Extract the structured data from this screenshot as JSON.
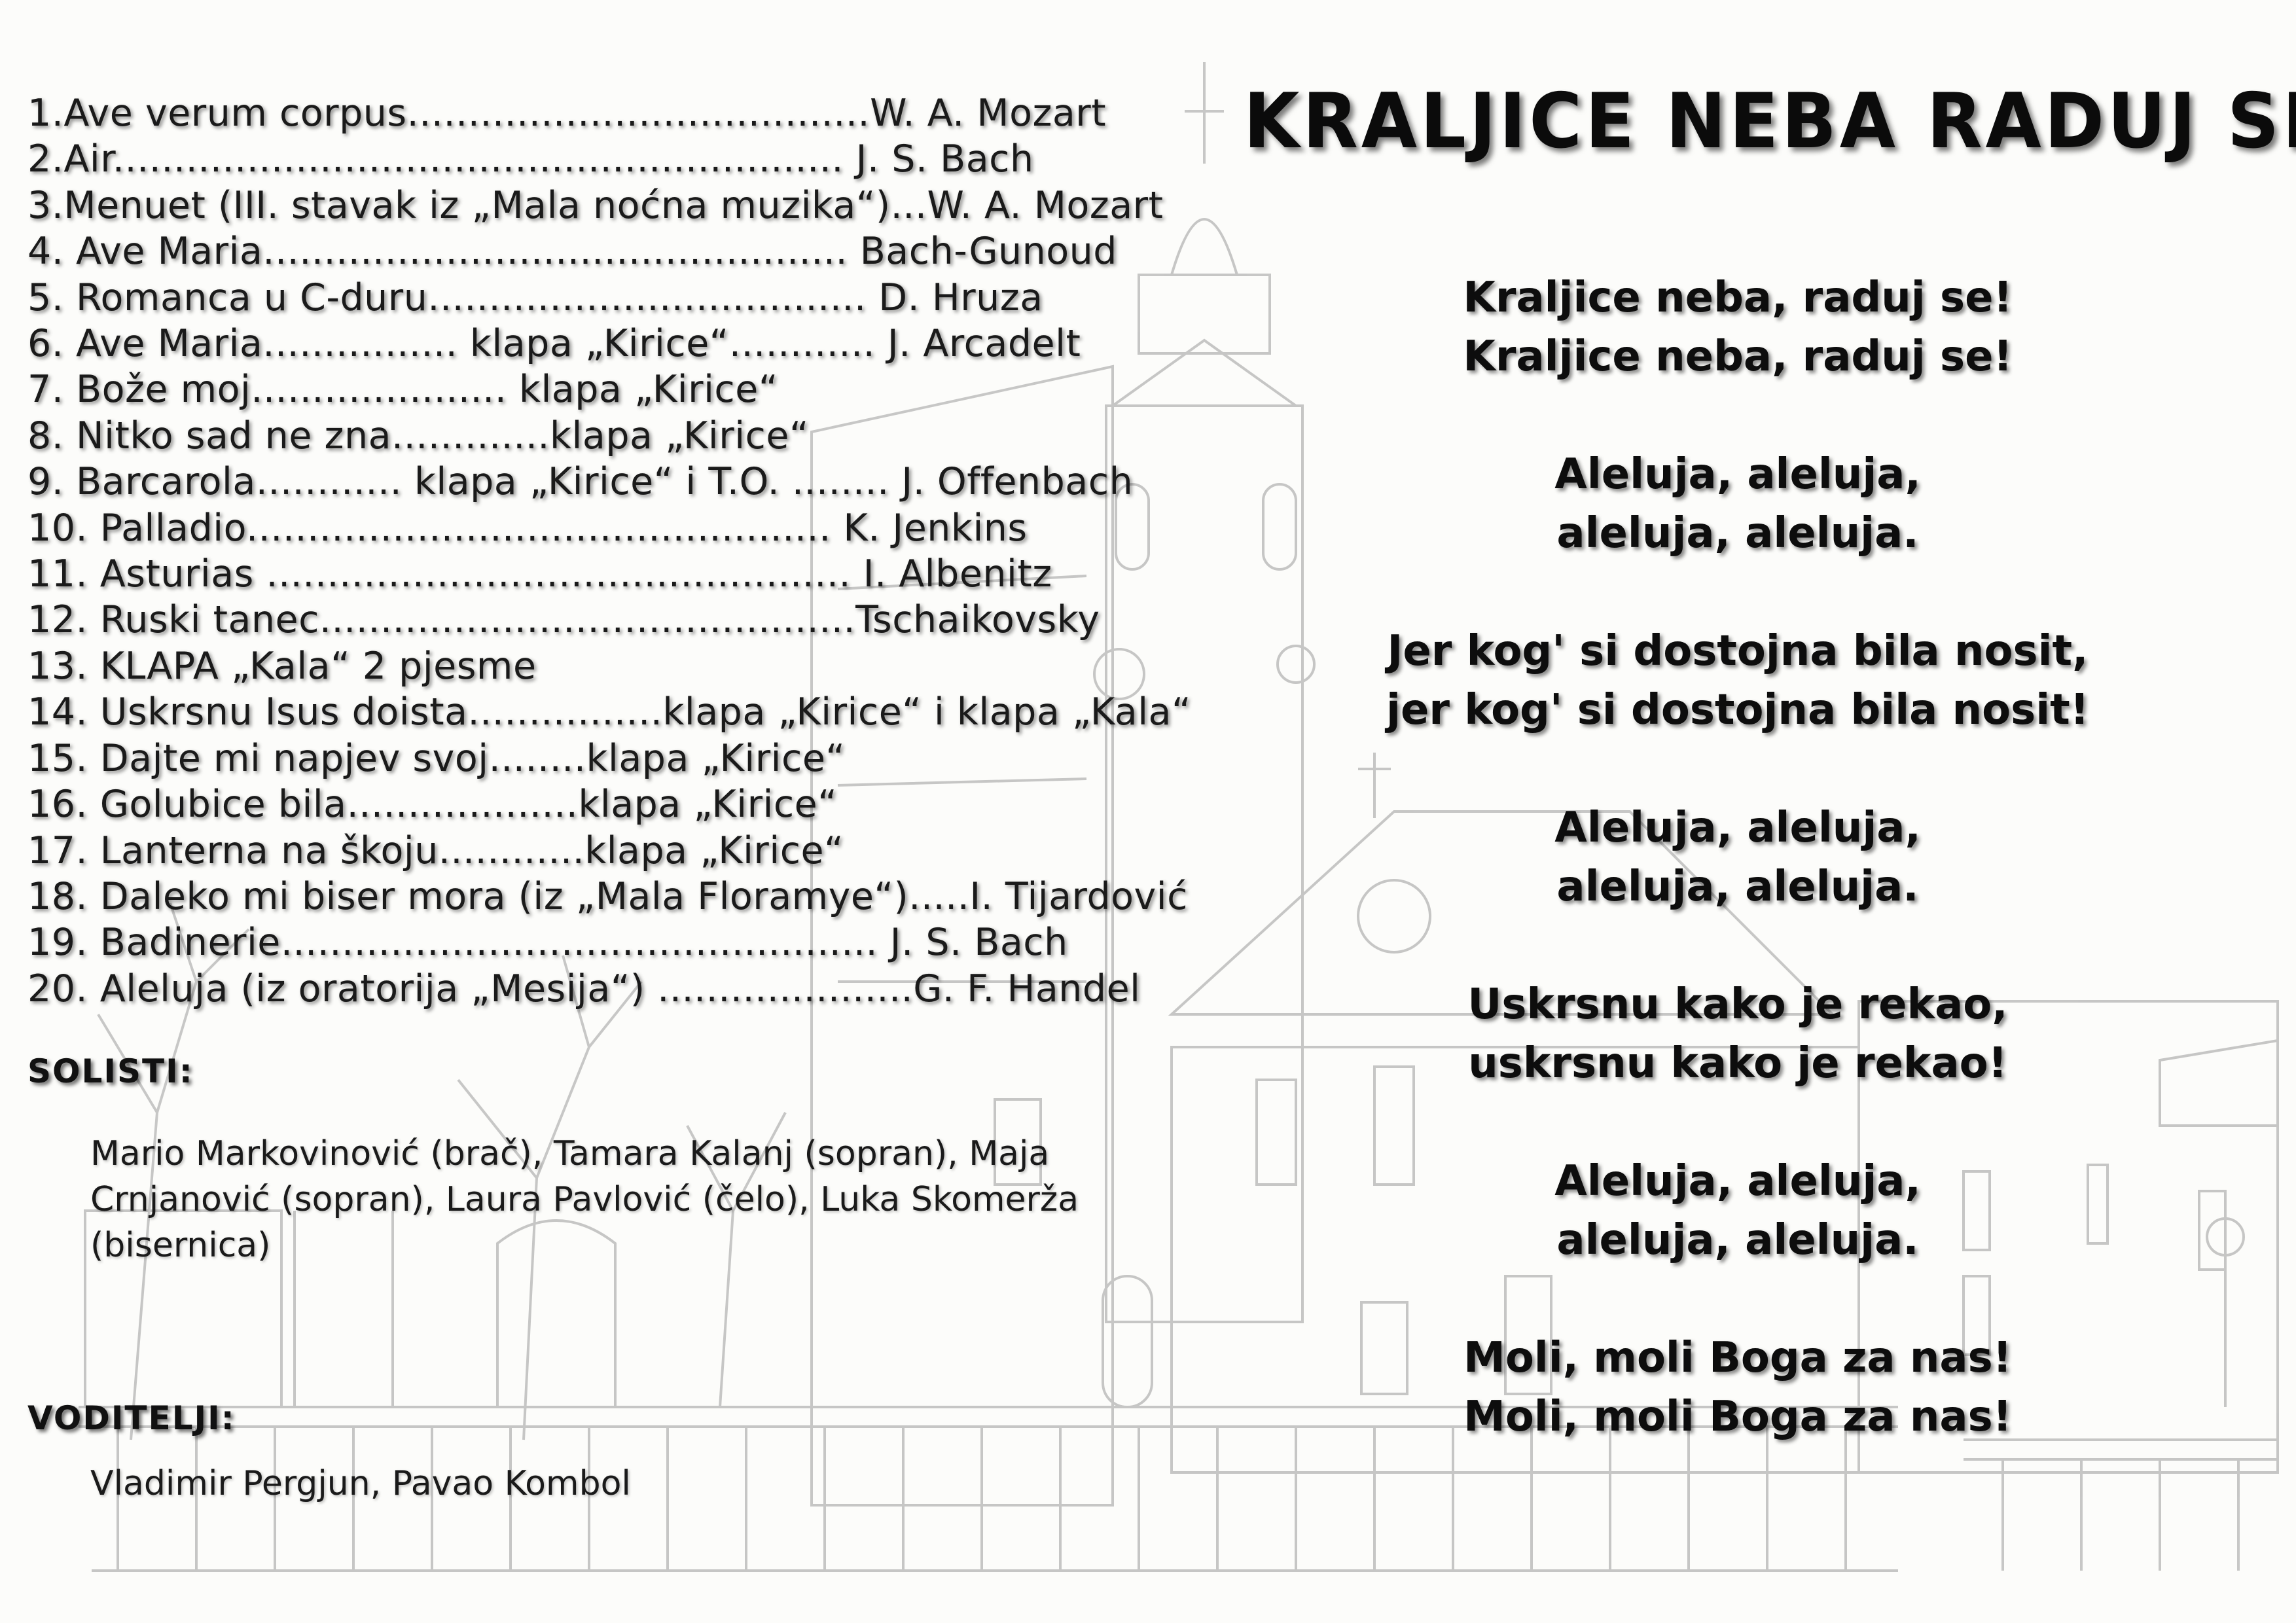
{
  "title": "KRALJICE NEBA RADUJ SE",
  "program": [
    "1.Ave verum corpus......................................W. A. Mozart",
    "2.Air............................................................ J. S. Bach",
    "3.Menuet (III. stavak iz „Mala noćna muzika“)...W. A. Mozart",
    "4. Ave Maria................................................ Bach-Gunoud",
    "5. Romanca u C-duru.................................... D. Hruza",
    "6. Ave Maria................ klapa  „Kirice“............ J.  Arcadelt",
    "7. Bože moj..................... klapa  „Kirice“",
    "8. Nitko sad ne zna.............klapa  „Kirice“",
    "9. Barcarola............ klapa  „Kirice“ i T.O. ........ J. Offenbach",
    "10. Palladio................................................ K. Jenkins",
    "11. Asturias ................................................ I.  Albenitz",
    "12. Ruski tanec............................................Tschaikovsky",
    "13. KLAPA „Kala“ 2 pjesme",
    "14. Uskrsnu Isus doista................klapa „Kirice“ i klapa „Kala“",
    "15. Dajte mi napjev svoj........klapa „Kirice“",
    "16. Golubice bila...................klapa „Kirice“",
    "17. Lanterna na škoju............klapa „Kirice“",
    "18. Daleko mi biser mora (iz „Mala Floramye“).....I. Tijardović",
    "19. Badinerie................................................. J. S. Bach",
    "20. Aleluja (iz oratorija „Mesija“) .....................G. F. Handel"
  ],
  "soloists": {
    "heading": "SOLISTI:",
    "lines": [
      "Mario Markovinović (brač), Tamara Kalanj (sopran), Maja",
      "Crnjanović (sopran),  Laura Pavlović (čelo),  Luka Skomerža",
      "(bisernica)"
    ]
  },
  "conductors": {
    "heading": "VODITELJI:",
    "text": "Vladimir Pergjun, Pavao Kombol"
  },
  "lyrics": [
    [
      "Kraljice neba, raduj se!",
      "Kraljice neba, raduj se!"
    ],
    [
      "Aleluja, aleluja,",
      "aleluja, aleluja."
    ],
    [
      "Jer kog' si dostojna bila nosit,",
      "jer kog' si dostojna bila nosit!"
    ],
    [
      "Aleluja, aleluja,",
      "aleluja, aleluja."
    ],
    [
      "Uskrsnu kako je rekao,",
      "uskrsnu kako je rekao!"
    ],
    [
      "Aleluja, aleluja,",
      "aleluja, aleluja."
    ],
    [
      "Moli, moli Boga za nas!",
      "Moli, moli Boga za nas!"
    ]
  ],
  "colors": {
    "ink": "#111111",
    "paper": "#fcfcfa",
    "sketch": "#8a8a8a"
  }
}
